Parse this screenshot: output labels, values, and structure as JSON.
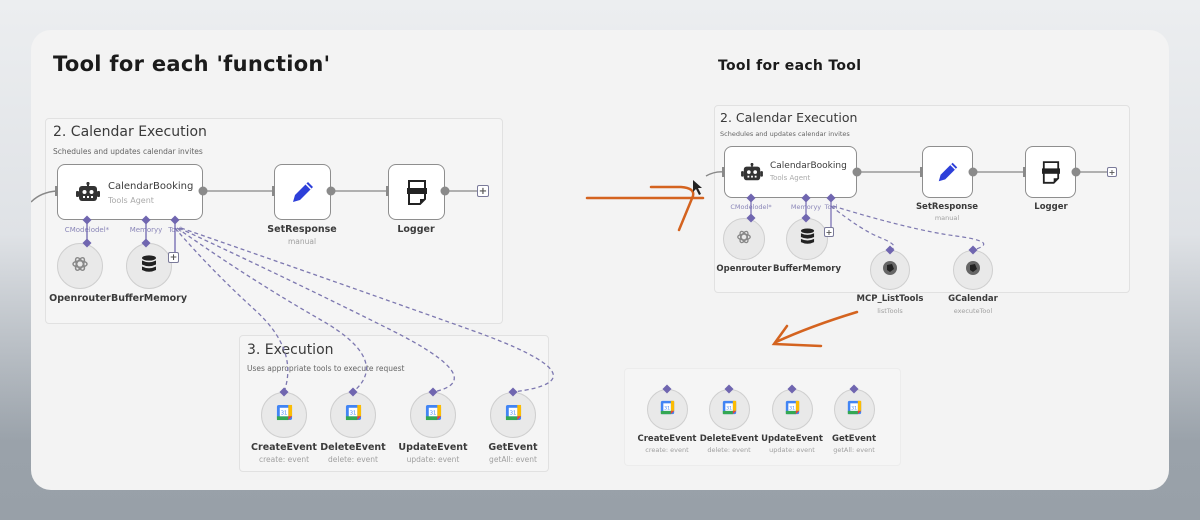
{
  "colors": {
    "accent_port": "#7066b0",
    "annotation_arrow": "#d4631f",
    "pencil_blue": "#2d3fd9",
    "gcal_blue": "#4285f4",
    "gcal_green": "#34a853",
    "gcal_yellow": "#fbbc04",
    "gcal_red": "#ea4335"
  },
  "left": {
    "title": "Tool for each 'function'",
    "group_main": {
      "title": "2. Calendar Execution",
      "subtitle": "Schedules and updates calendar invites"
    },
    "agent": {
      "name": "CalendarBooking",
      "type": "Tools Agent",
      "icon": "robot-icon"
    },
    "ports": {
      "model": "CModelodel*",
      "memory": "Memoryy",
      "tool": "Tool"
    },
    "set_response": {
      "name": "SetResponse",
      "sub": "manual",
      "icon": "pencil-icon"
    },
    "logger": {
      "name": "Logger",
      "icon": "log-file-icon"
    },
    "model_node": {
      "name": "Openrouter",
      "icon": "openai-icon"
    },
    "memory_node": {
      "name": "BufferMemory",
      "icon": "database-icon"
    },
    "group_exec": {
      "title": "3. Execution",
      "subtitle": "Uses appropriate tools to execute request"
    },
    "tools": [
      {
        "name": "CreateEvent",
        "sub": "create: event",
        "icon": "google-calendar-icon"
      },
      {
        "name": "DeleteEvent",
        "sub": "delete: event",
        "icon": "google-calendar-icon"
      },
      {
        "name": "UpdateEvent",
        "sub": "update: event",
        "icon": "google-calendar-icon"
      },
      {
        "name": "GetEvent",
        "sub": "getAll: event",
        "icon": "google-calendar-icon"
      }
    ]
  },
  "right": {
    "title": "Tool for each Tool",
    "group_main": {
      "title": "2. Calendar Execution",
      "subtitle": "Schedules and updates calendar invites"
    },
    "agent": {
      "name": "CalendarBooking",
      "type": "Tools Agent",
      "icon": "robot-icon"
    },
    "ports": {
      "model": "CModelodel*",
      "memory": "Memoryy",
      "tool": "Tool"
    },
    "set_response": {
      "name": "SetResponse",
      "sub": "manual",
      "icon": "pencil-icon"
    },
    "logger": {
      "name": "Logger",
      "icon": "log-file-icon"
    },
    "model_node": {
      "name": "Openrouter",
      "icon": "openai-icon"
    },
    "memory_node": {
      "name": "BufferMemory",
      "icon": "database-icon"
    },
    "mcp_tools": [
      {
        "name": "MCP_ListTools",
        "sub": "listTools",
        "icon": "mcp-icon"
      },
      {
        "name": "GCalendar",
        "sub": "executeTool",
        "icon": "mcp-icon"
      }
    ],
    "tools": [
      {
        "name": "CreateEvent",
        "sub": "create: event",
        "icon": "google-calendar-icon"
      },
      {
        "name": "DeleteEvent",
        "sub": "delete: event",
        "icon": "google-calendar-icon"
      },
      {
        "name": "UpdateEvent",
        "sub": "update: event",
        "icon": "google-calendar-icon"
      },
      {
        "name": "GetEvent",
        "sub": "getAll: event",
        "icon": "google-calendar-icon"
      }
    ]
  },
  "gcal_icon_text": "31"
}
